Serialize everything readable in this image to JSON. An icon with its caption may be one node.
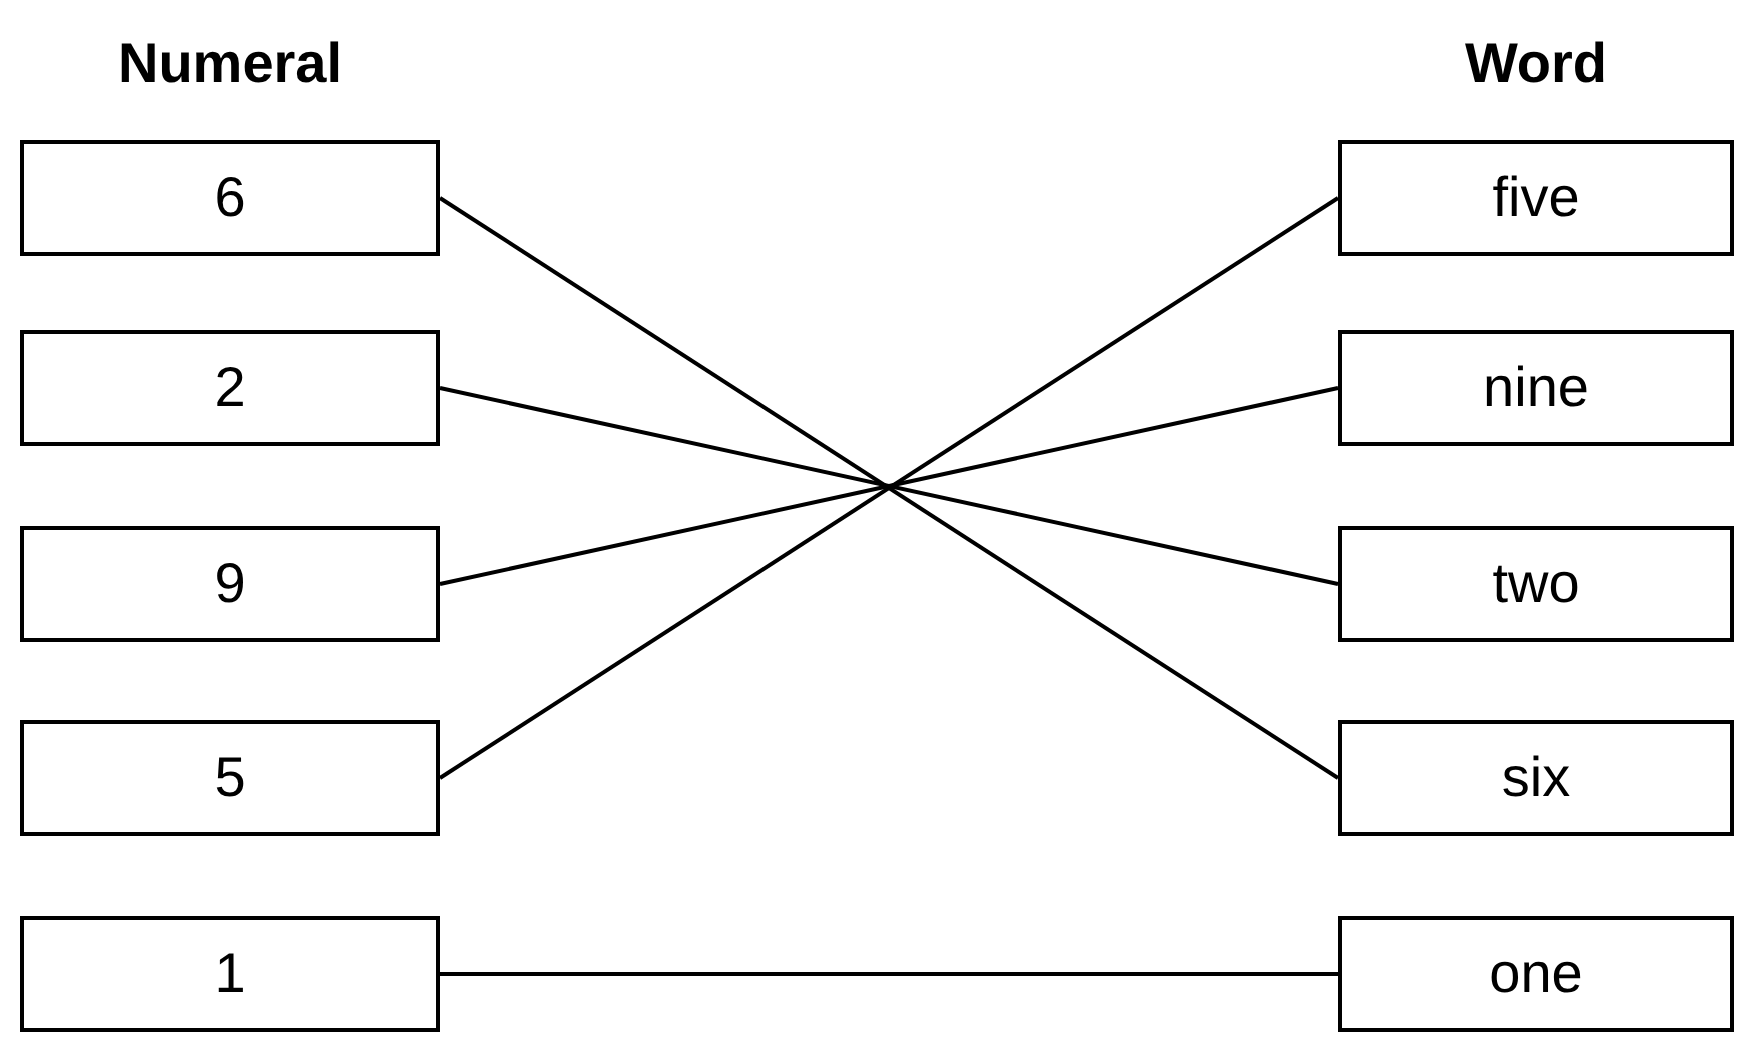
{
  "diagram": {
    "nodes": [
      {
        "text": [
          "6"
        ]
      },
      {
        "text": [
          "2"
        ]
      },
      {
        "text": [
          "9"
        ]
      },
      {
        "text": [
          "5"
        ]
      },
      {
        "text": [
          "1"
        ]
      },
      {
        "text": [
          "five"
        ]
      },
      {
        "text": [
          "nine"
        ]
      },
      {
        "text": [
          "two"
        ]
      },
      {
        "text": [
          "six"
        ]
      },
      {
        "text": [
          "one"
        ]
      }
    ],
    "edges": [
      {
        "from": 0,
        "to": 8,
        "arrow": "none"
      },
      {
        "from": 1,
        "to": 7,
        "arrow": "none"
      },
      {
        "from": 2,
        "to": 6,
        "arrow": "none"
      },
      {
        "from": 3,
        "to": 5,
        "arrow": "none"
      },
      {
        "from": 4,
        "to": 9,
        "arrow": "none"
      }
    ],
    "labels": [
      "Numeral",
      "Word"
    ]
  }
}
